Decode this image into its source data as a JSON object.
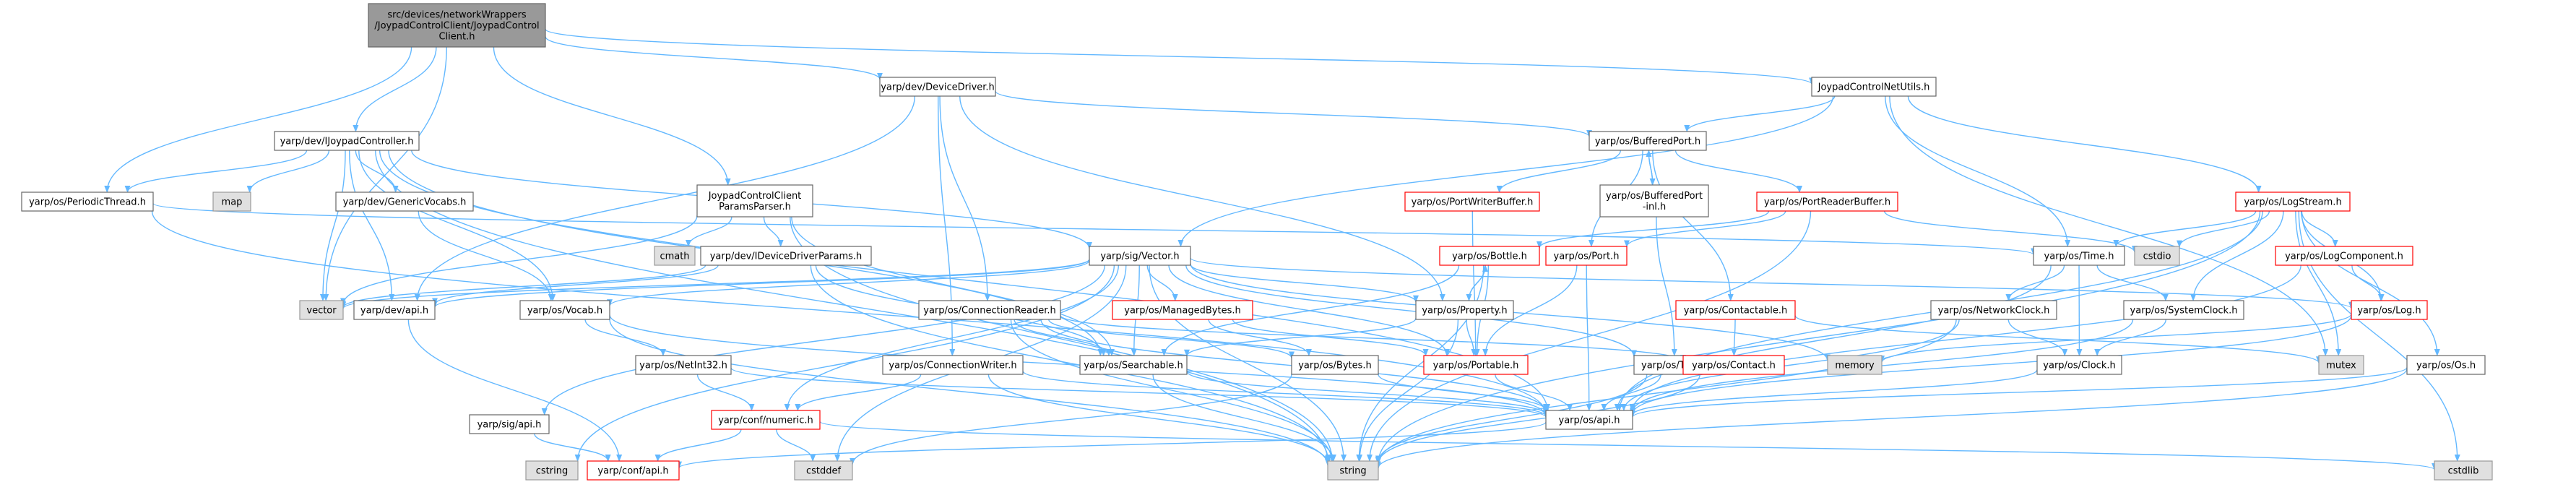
{
  "colors": {
    "edge": "#63b8ff",
    "root_fill": "#999999",
    "root_border": "#666666",
    "normal_fill": "#ffffff",
    "normal_border": "#666666",
    "system_fill": "#e0e0e0",
    "system_border": "#999999",
    "truncated_fill": "#ffffff",
    "truncated_border": "#ff0000",
    "truncated_text": "#ff0000"
  },
  "nodes": [
    {
      "id": "root",
      "kind": "root",
      "lines": [
        "src/devices/networkWrappers",
        "/JoypadControlClient/JoypadControl",
        "Client.h"
      ]
    },
    {
      "id": "device_driver",
      "kind": "normal",
      "lines": [
        "yarp/dev/DeviceDriver.h"
      ]
    },
    {
      "id": "joypad_net_utils",
      "kind": "normal",
      "lines": [
        "JoypadControlNetUtils.h"
      ]
    },
    {
      "id": "ijoypad",
      "kind": "normal",
      "lines": [
        "yarp/dev/IJoypadController.h"
      ]
    },
    {
      "id": "buffered_port",
      "kind": "normal",
      "lines": [
        "yarp/os/BufferedPort.h"
      ]
    },
    {
      "id": "periodic_thread",
      "kind": "normal",
      "lines": [
        "yarp/os/PeriodicThread.h"
      ]
    },
    {
      "id": "map",
      "kind": "system",
      "lines": [
        "map"
      ]
    },
    {
      "id": "generic_vocabs",
      "kind": "normal",
      "lines": [
        "yarp/dev/GenericVocabs.h"
      ]
    },
    {
      "id": "params_parser",
      "kind": "normal",
      "lines": [
        "JoypadControlClient",
        "ParamsParser.h"
      ]
    },
    {
      "id": "port_writer_buffer",
      "kind": "truncated",
      "lines": [
        "yarp/os/PortWriterBuffer.h"
      ]
    },
    {
      "id": "buffered_port_inl",
      "kind": "normal",
      "lines": [
        "yarp/os/BufferedPort",
        "-inl.h"
      ]
    },
    {
      "id": "port_reader_buffer",
      "kind": "truncated",
      "lines": [
        "yarp/os/PortReaderBuffer.h"
      ]
    },
    {
      "id": "log_stream",
      "kind": "truncated",
      "lines": [
        "yarp/os/LogStream.h"
      ]
    },
    {
      "id": "cmath",
      "kind": "system",
      "lines": [
        "cmath"
      ]
    },
    {
      "id": "idevice_driver_params",
      "kind": "normal",
      "lines": [
        "yarp/dev/IDeviceDriverParams.h"
      ]
    },
    {
      "id": "sig_vector",
      "kind": "normal",
      "lines": [
        "yarp/sig/Vector.h"
      ]
    },
    {
      "id": "bottle",
      "kind": "truncated",
      "lines": [
        "yarp/os/Bottle.h"
      ]
    },
    {
      "id": "port",
      "kind": "truncated",
      "lines": [
        "yarp/os/Port.h"
      ]
    },
    {
      "id": "time",
      "kind": "normal",
      "lines": [
        "yarp/os/Time.h"
      ]
    },
    {
      "id": "cstdio",
      "kind": "system",
      "lines": [
        "cstdio"
      ]
    },
    {
      "id": "log_component",
      "kind": "truncated",
      "lines": [
        "yarp/os/LogComponent.h"
      ]
    },
    {
      "id": "vector",
      "kind": "system",
      "lines": [
        "vector"
      ]
    },
    {
      "id": "dev_api",
      "kind": "normal",
      "lines": [
        "yarp/dev/api.h"
      ]
    },
    {
      "id": "vocab",
      "kind": "normal",
      "lines": [
        "yarp/os/Vocab.h"
      ]
    },
    {
      "id": "connection_reader",
      "kind": "normal",
      "lines": [
        "yarp/os/ConnectionReader.h"
      ]
    },
    {
      "id": "managed_bytes",
      "kind": "truncated",
      "lines": [
        "yarp/os/ManagedBytes.h"
      ]
    },
    {
      "id": "property",
      "kind": "normal",
      "lines": [
        "yarp/os/Property.h"
      ]
    },
    {
      "id": "contactable",
      "kind": "truncated",
      "lines": [
        "yarp/os/Contactable.h"
      ]
    },
    {
      "id": "network_clock",
      "kind": "normal",
      "lines": [
        "yarp/os/NetworkClock.h"
      ]
    },
    {
      "id": "system_clock",
      "kind": "normal",
      "lines": [
        "yarp/os/SystemClock.h"
      ]
    },
    {
      "id": "log",
      "kind": "truncated",
      "lines": [
        "yarp/os/Log.h"
      ]
    },
    {
      "id": "memory",
      "kind": "system",
      "lines": [
        "memory"
      ]
    },
    {
      "id": "mutex",
      "kind": "system",
      "lines": [
        "mutex"
      ]
    },
    {
      "id": "netint32",
      "kind": "normal",
      "lines": [
        "yarp/os/NetInt32.h"
      ]
    },
    {
      "id": "searchable",
      "kind": "normal",
      "lines": [
        "yarp/os/Searchable.h"
      ]
    },
    {
      "id": "bytes",
      "kind": "normal",
      "lines": [
        "yarp/os/Bytes.h"
      ]
    },
    {
      "id": "portable",
      "kind": "truncated",
      "lines": [
        "yarp/os/Portable.h"
      ]
    },
    {
      "id": "type",
      "kind": "normal",
      "lines": [
        "yarp/os/Type.h"
      ]
    },
    {
      "id": "contact",
      "kind": "truncated",
      "lines": [
        "yarp/os/Contact.h"
      ]
    },
    {
      "id": "connection_writer",
      "kind": "normal",
      "lines": [
        "yarp/os/ConnectionWriter.h"
      ]
    },
    {
      "id": "clock",
      "kind": "normal",
      "lines": [
        "yarp/os/Clock.h"
      ]
    },
    {
      "id": "os_os",
      "kind": "normal",
      "lines": [
        "yarp/os/Os.h"
      ]
    },
    {
      "id": "sig_api",
      "kind": "normal",
      "lines": [
        "yarp/sig/api.h"
      ]
    },
    {
      "id": "conf_numeric",
      "kind": "truncated",
      "lines": [
        "yarp/conf/numeric.h"
      ]
    },
    {
      "id": "os_api",
      "kind": "normal",
      "lines": [
        "yarp/os/api.h"
      ]
    },
    {
      "id": "cstring",
      "kind": "system",
      "lines": [
        "cstring"
      ]
    },
    {
      "id": "conf_api",
      "kind": "truncated",
      "lines": [
        "yarp/conf/api.h"
      ]
    },
    {
      "id": "cstddef",
      "kind": "system",
      "lines": [
        "cstddef"
      ]
    },
    {
      "id": "string",
      "kind": "system",
      "lines": [
        "string"
      ]
    },
    {
      "id": "cstdlib",
      "kind": "system",
      "lines": [
        "cstdlib"
      ]
    }
  ],
  "edges": [
    [
      "root",
      "device_driver"
    ],
    [
      "root",
      "joypad_net_utils"
    ],
    [
      "root",
      "ijoypad"
    ],
    [
      "root",
      "periodic_thread"
    ],
    [
      "root",
      "params_parser"
    ],
    [
      "root",
      "vector"
    ],
    [
      "device_driver",
      "buffered_port"
    ],
    [
      "device_driver",
      "dev_api"
    ],
    [
      "device_driver",
      "connection_reader"
    ],
    [
      "device_driver",
      "connection_writer"
    ],
    [
      "device_driver",
      "property"
    ],
    [
      "joypad_net_utils",
      "buffered_port"
    ],
    [
      "joypad_net_utils",
      "log_stream"
    ],
    [
      "joypad_net_utils",
      "time"
    ],
    [
      "joypad_net_utils",
      "sig_vector"
    ],
    [
      "joypad_net_utils",
      "mutex"
    ],
    [
      "ijoypad",
      "periodic_thread"
    ],
    [
      "ijoypad",
      "map"
    ],
    [
      "ijoypad",
      "generic_vocabs"
    ],
    [
      "ijoypad",
      "sig_vector"
    ],
    [
      "ijoypad",
      "vector"
    ],
    [
      "ijoypad",
      "dev_api"
    ],
    [
      "ijoypad",
      "vocab"
    ],
    [
      "ijoypad",
      "searchable"
    ],
    [
      "ijoypad",
      "string"
    ],
    [
      "ijoypad",
      "os_api"
    ],
    [
      "buffered_port",
      "port_writer_buffer"
    ],
    [
      "buffered_port",
      "buffered_port_inl"
    ],
    [
      "buffered_port",
      "port_reader_buffer"
    ],
    [
      "buffered_port",
      "port"
    ],
    [
      "buffered_port",
      "contactable"
    ],
    [
      "buffered_port_inl",
      "buffered_port"
    ],
    [
      "buffered_port_inl",
      "type"
    ],
    [
      "periodic_thread",
      "time"
    ],
    [
      "periodic_thread",
      "os_api"
    ],
    [
      "generic_vocabs",
      "vocab"
    ],
    [
      "params_parser",
      "cmath"
    ],
    [
      "params_parser",
      "idevice_driver_params"
    ],
    [
      "params_parser",
      "searchable"
    ],
    [
      "params_parser",
      "string"
    ],
    [
      "params_parser",
      "vector"
    ],
    [
      "port_writer_buffer",
      "portable"
    ],
    [
      "port_reader_buffer",
      "bottle"
    ],
    [
      "port_reader_buffer",
      "port"
    ],
    [
      "port_reader_buffer",
      "cstdio"
    ],
    [
      "port_reader_buffer",
      "string"
    ],
    [
      "log_stream",
      "time"
    ],
    [
      "log_stream",
      "log_component"
    ],
    [
      "log_stream",
      "log"
    ],
    [
      "log_stream",
      "system_clock"
    ],
    [
      "log_stream",
      "os_os"
    ],
    [
      "log_stream",
      "cstdio"
    ],
    [
      "log_stream",
      "mutex"
    ],
    [
      "log_stream",
      "string"
    ],
    [
      "log_stream",
      "cstdlib"
    ],
    [
      "log_stream",
      "os_api"
    ],
    [
      "idevice_driver_params",
      "vector"
    ],
    [
      "idevice_driver_params",
      "string"
    ],
    [
      "idevice_driver_params",
      "searchable"
    ],
    [
      "idevice_driver_params",
      "dev_api"
    ],
    [
      "sig_vector",
      "vector"
    ],
    [
      "sig_vector",
      "dev_api"
    ],
    [
      "sig_vector",
      "vocab"
    ],
    [
      "sig_vector",
      "managed_bytes"
    ],
    [
      "sig_vector",
      "property"
    ],
    [
      "sig_vector",
      "log"
    ],
    [
      "sig_vector",
      "portable"
    ],
    [
      "sig_vector",
      "type"
    ],
    [
      "sig_vector",
      "sig_api"
    ],
    [
      "sig_vector",
      "conf_numeric"
    ],
    [
      "sig_vector",
      "memory"
    ],
    [
      "sig_vector",
      "cstring"
    ],
    [
      "sig_vector",
      "string"
    ],
    [
      "sig_vector",
      "cstddef"
    ],
    [
      "sig_vector",
      "searchable"
    ],
    [
      "bottle",
      "portable"
    ],
    [
      "bottle",
      "searchable"
    ],
    [
      "bottle",
      "property"
    ],
    [
      "bottle",
      "string"
    ],
    [
      "port",
      "portable"
    ],
    [
      "port",
      "os_api"
    ],
    [
      "time",
      "network_clock"
    ],
    [
      "time",
      "system_clock"
    ],
    [
      "time",
      "clock"
    ],
    [
      "time",
      "os_api"
    ],
    [
      "log_component",
      "log"
    ],
    [
      "log_component",
      "os_api"
    ],
    [
      "dev_api",
      "conf_api"
    ],
    [
      "vocab",
      "netint32"
    ],
    [
      "vocab",
      "string"
    ],
    [
      "vocab",
      "os_api"
    ],
    [
      "connection_reader",
      "searchable"
    ],
    [
      "connection_reader",
      "bytes"
    ],
    [
      "connection_reader",
      "contact"
    ],
    [
      "connection_reader",
      "string"
    ],
    [
      "connection_reader",
      "os_api"
    ],
    [
      "managed_bytes",
      "bytes"
    ],
    [
      "managed_bytes",
      "portable"
    ],
    [
      "property",
      "portable"
    ],
    [
      "property",
      "searchable"
    ],
    [
      "property",
      "bottle"
    ],
    [
      "property",
      "string"
    ],
    [
      "contactable",
      "contact"
    ],
    [
      "contactable",
      "mutex"
    ],
    [
      "network_clock",
      "clock"
    ],
    [
      "network_clock",
      "os_api"
    ],
    [
      "network_clock",
      "string"
    ],
    [
      "system_clock",
      "clock"
    ],
    [
      "system_clock",
      "os_api"
    ],
    [
      "log",
      "memory"
    ],
    [
      "log",
      "os_api"
    ],
    [
      "netint32",
      "conf_numeric"
    ],
    [
      "netint32",
      "os_api"
    ],
    [
      "searchable",
      "string"
    ],
    [
      "searchable",
      "os_api"
    ],
    [
      "bytes",
      "cstddef"
    ],
    [
      "bytes",
      "os_api"
    ],
    [
      "portable",
      "os_api"
    ],
    [
      "type",
      "os_api"
    ],
    [
      "type",
      "string"
    ],
    [
      "contact",
      "string"
    ],
    [
      "connection_writer",
      "conf_numeric"
    ],
    [
      "connection_writer",
      "string"
    ],
    [
      "connection_writer",
      "os_api"
    ],
    [
      "clock",
      "os_api"
    ],
    [
      "os_os",
      "os_api"
    ],
    [
      "os_os",
      "string"
    ],
    [
      "sig_api",
      "conf_api"
    ],
    [
      "conf_numeric",
      "conf_api"
    ],
    [
      "conf_numeric",
      "cstddef"
    ],
    [
      "conf_numeric",
      "cstdlib"
    ],
    [
      "os_api",
      "conf_api"
    ]
  ]
}
